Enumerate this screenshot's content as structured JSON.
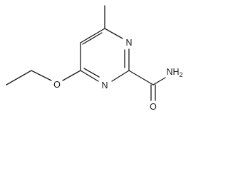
{
  "molecule": {
    "atoms": {
      "ring_n_top": "N",
      "ring_n_bottom": "N",
      "ether_o": "O",
      "amide_nh2": "NH",
      "amide_nh2_subscript": "2",
      "carbonyl_o": "O"
    }
  },
  "colors": {
    "bond": "#1a1a1a",
    "background": "#ffffff"
  }
}
